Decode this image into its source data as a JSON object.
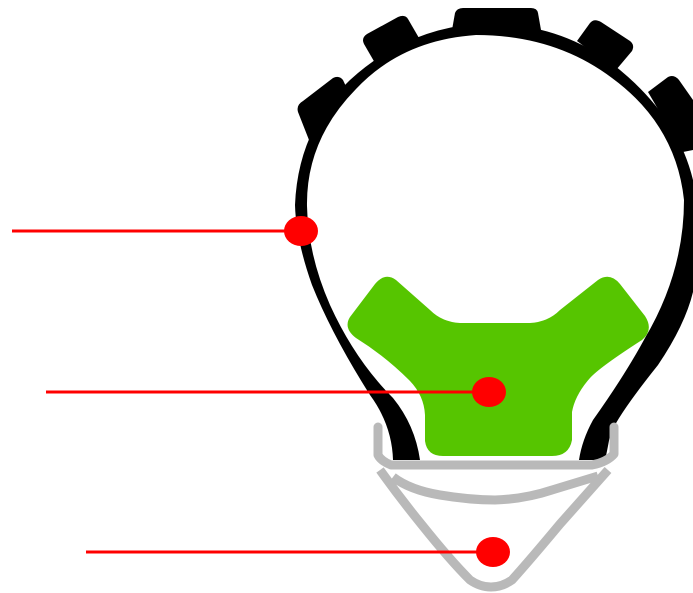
{
  "diagram": {
    "colors": {
      "background": "#ffffff",
      "tire": "#000000",
      "tire_inner": "#ffffff",
      "insert": "#56c500",
      "rim": "#b9b9b9",
      "callout": "#ff0000"
    },
    "callouts": [
      {
        "name": "tire-callout"
      },
      {
        "name": "insert-callout"
      },
      {
        "name": "rim-callout"
      }
    ]
  }
}
